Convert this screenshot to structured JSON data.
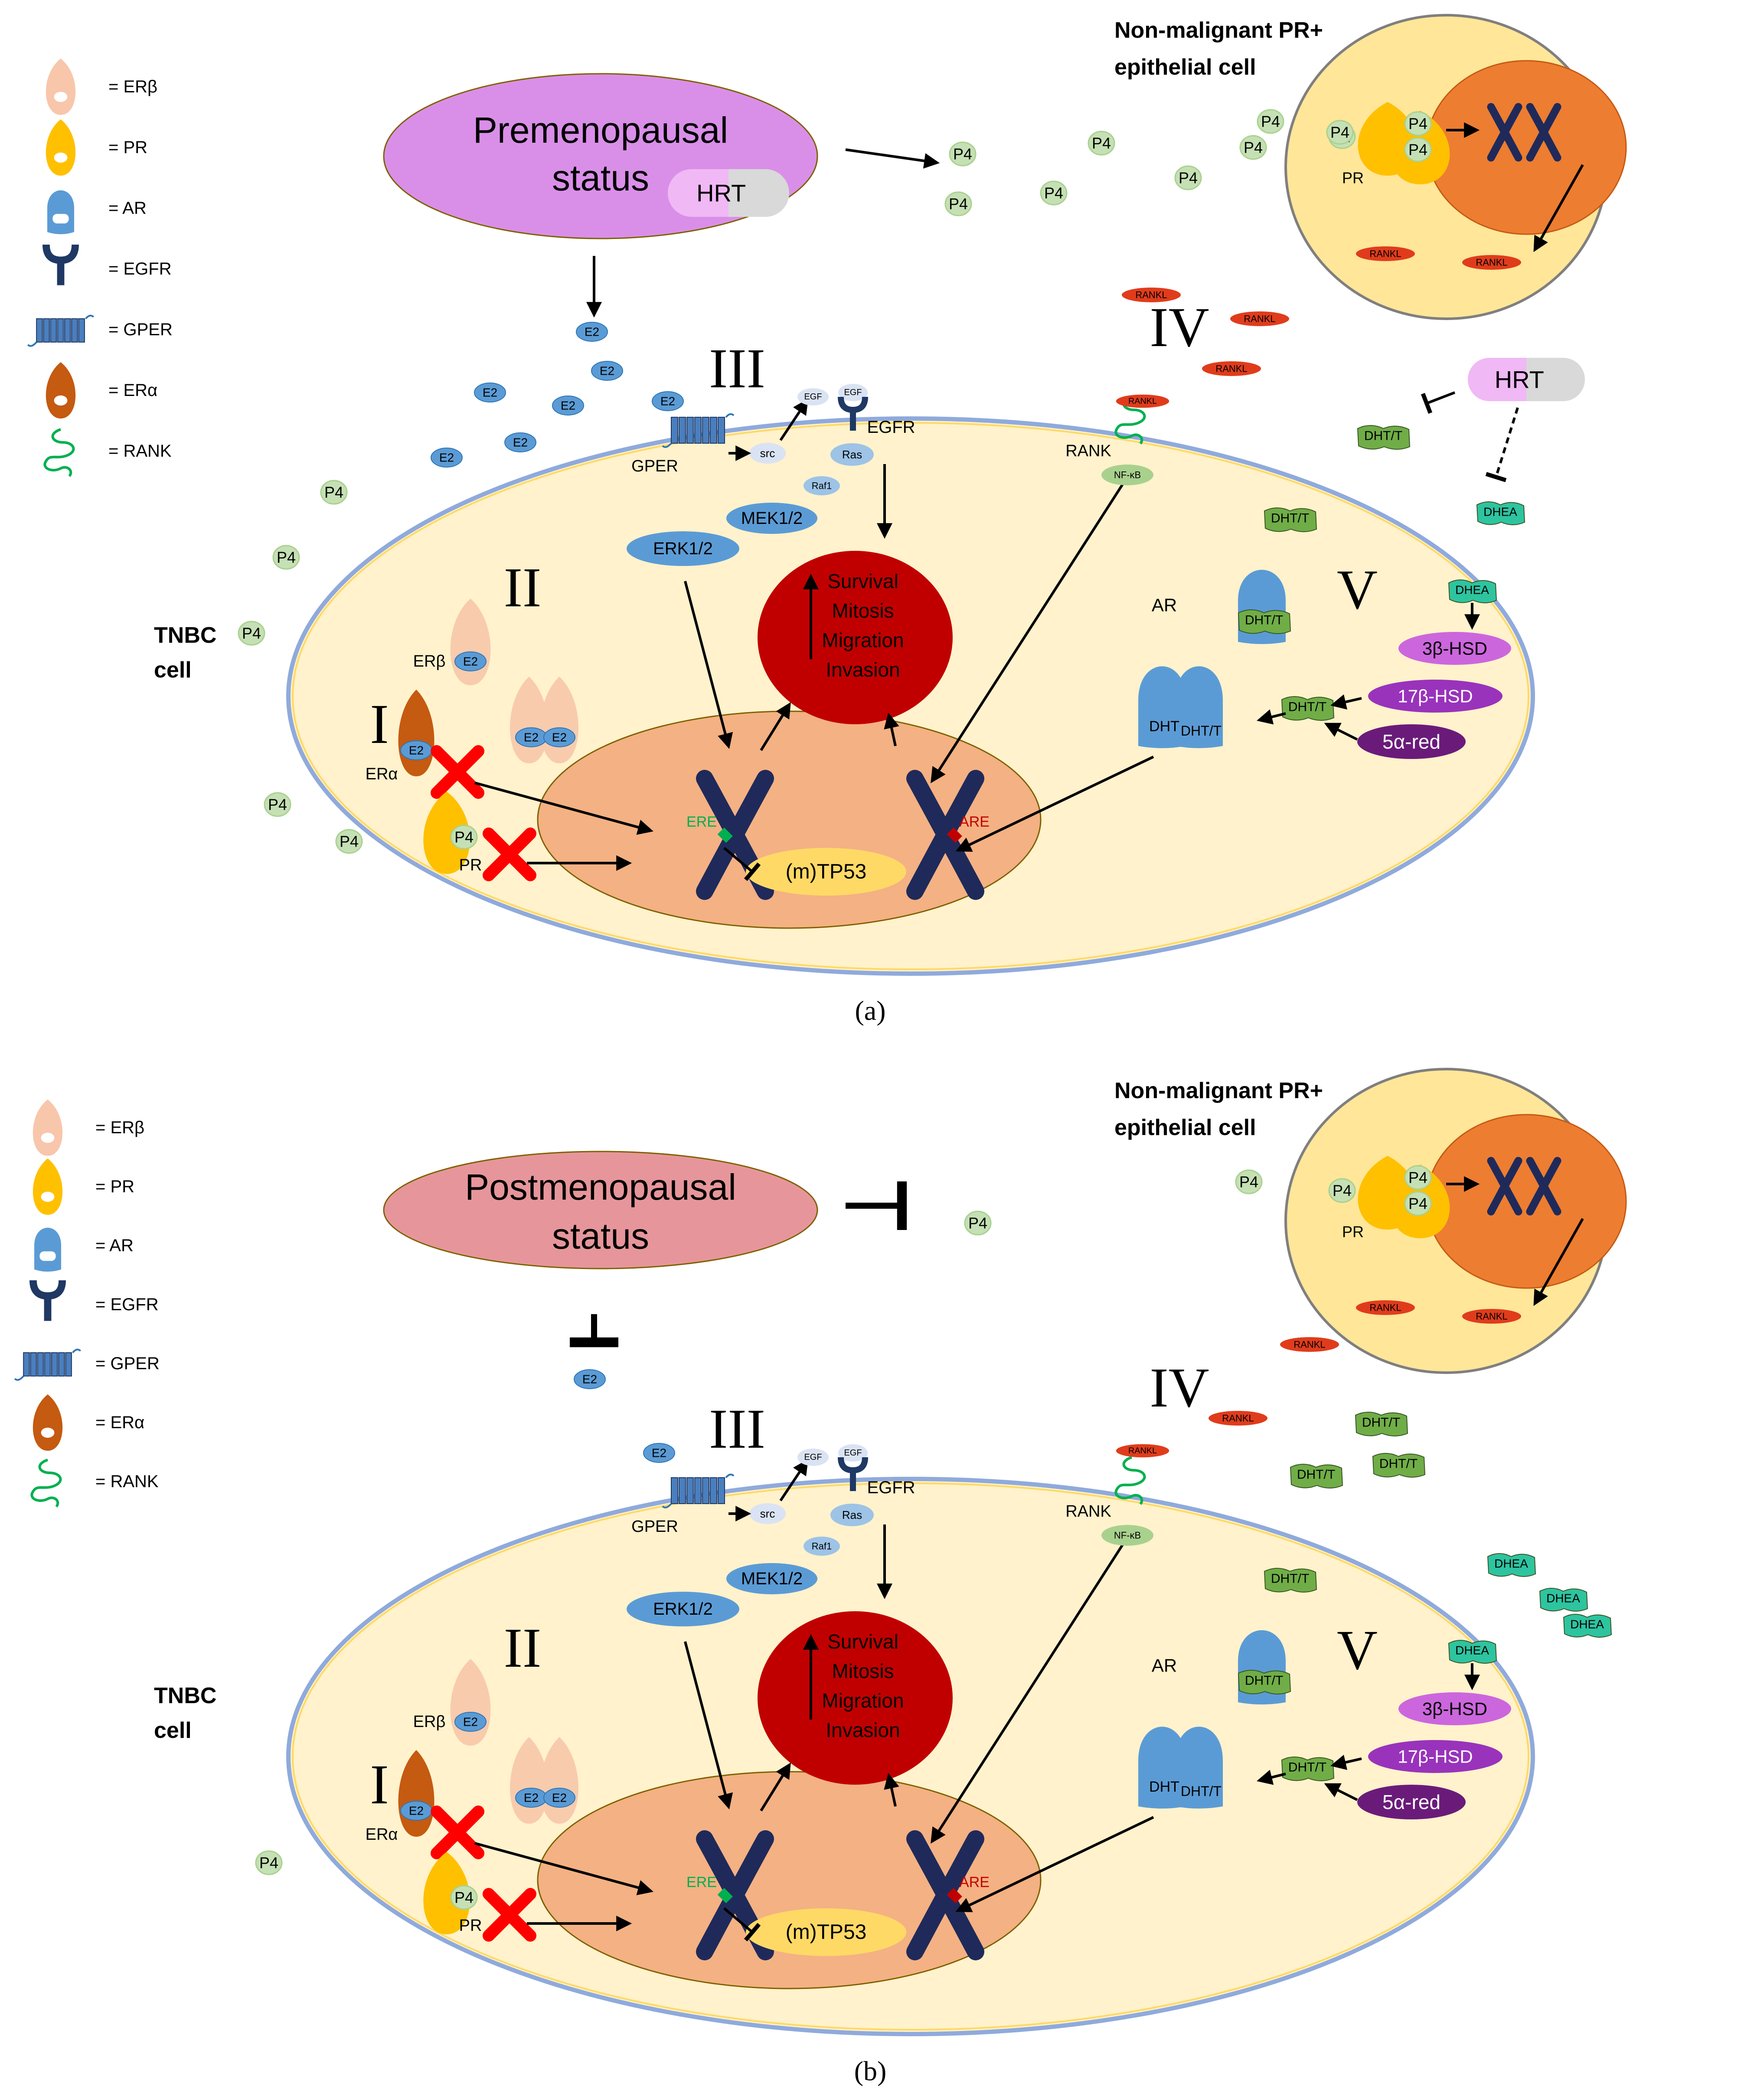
{
  "panels": [
    {
      "id": "a",
      "caption_letter": "a",
      "status_label": [
        "Premenopausal",
        "status"
      ],
      "hrt_label": "HRT",
      "hrt_right_label": "HRT",
      "shows_hrt": true,
      "shows_dhea_outside": true
    },
    {
      "id": "b",
      "caption_letter": "b",
      "status_label": [
        "Postmenopausal",
        "status"
      ],
      "shows_hrt": false,
      "shows_dhea_outside": true
    }
  ],
  "caption_parens": [
    "(",
    ")"
  ],
  "legend": [
    {
      "name": "ERb",
      "label": "= ERβ",
      "color": "#f8c6ab"
    },
    {
      "name": "PR",
      "label": "= PR",
      "color": "#ffc000"
    },
    {
      "name": "AR",
      "label": "= AR",
      "color": "#5b9bd5"
    },
    {
      "name": "EGFR",
      "label": "= EGFR",
      "color": "#1f3864"
    },
    {
      "name": "GPER",
      "label": "= GPER",
      "color": "#4a7fbf"
    },
    {
      "name": "ERa",
      "label": "= ERα",
      "color": "#c55a11"
    },
    {
      "name": "RANK",
      "label": "= RANK",
      "color": "#00b050"
    }
  ],
  "labels": {
    "non_malignant": [
      "Non-malignant PR+",
      "epithelial cell"
    ],
    "tnbc": [
      "TNBC",
      "cell"
    ],
    "roman": [
      "I",
      "II",
      "III",
      "IV",
      "V"
    ],
    "p4": "P4",
    "e2": "E2",
    "rankl": "RANKL",
    "rank": "RANK",
    "nfkb": "NF-κB",
    "gper": "GPER",
    "egfr": "EGFR",
    "egf": "EGF",
    "src": "src",
    "ras": "Ras",
    "raf1": "Raf1",
    "mek": "MEK1/2",
    "erk": "ERK1/2",
    "survival": [
      "Survival",
      "Mitosis",
      "Migration",
      "Invasion"
    ],
    "ar": "AR",
    "dht_t": "DHT/T",
    "dht": "DHT",
    "dhea": "DHEA",
    "hsd3": "3β-HSD",
    "hsd17": "17β-HSD",
    "red5": "5α-red",
    "era": "ERα",
    "erb": "ERβ",
    "pr": "PR",
    "ere": "ERE",
    "are": "ARE",
    "tp53": "(m)TP53"
  },
  "colors": {
    "status_pre": "#d98fe8",
    "status_post": "#e6969a",
    "cell_fill": "#fff2cc",
    "cell_stroke": "#8faadc",
    "nucleus_fill": "#f4b183",
    "nm_cell_fill": "#ffe699",
    "nm_nucleus_fill": "#ed7d31",
    "survival_fill": "#c00000",
    "tp53_fill": "#ffd966",
    "p4_fill": "#c5e0b4",
    "e2_fill": "#5b9bd5",
    "rankl_fill": "#e03c1c",
    "dht_fill": "#70ad47",
    "dhea_fill": "#2ec4a0",
    "hsd3_fill": "#cc66dd",
    "hsd17_fill": "#9933bb",
    "red5_fill": "#6a1b7a",
    "chromosome": "#1f2a5a",
    "cross": "#ff0000",
    "erk_fill": "#5b9bd5"
  }
}
